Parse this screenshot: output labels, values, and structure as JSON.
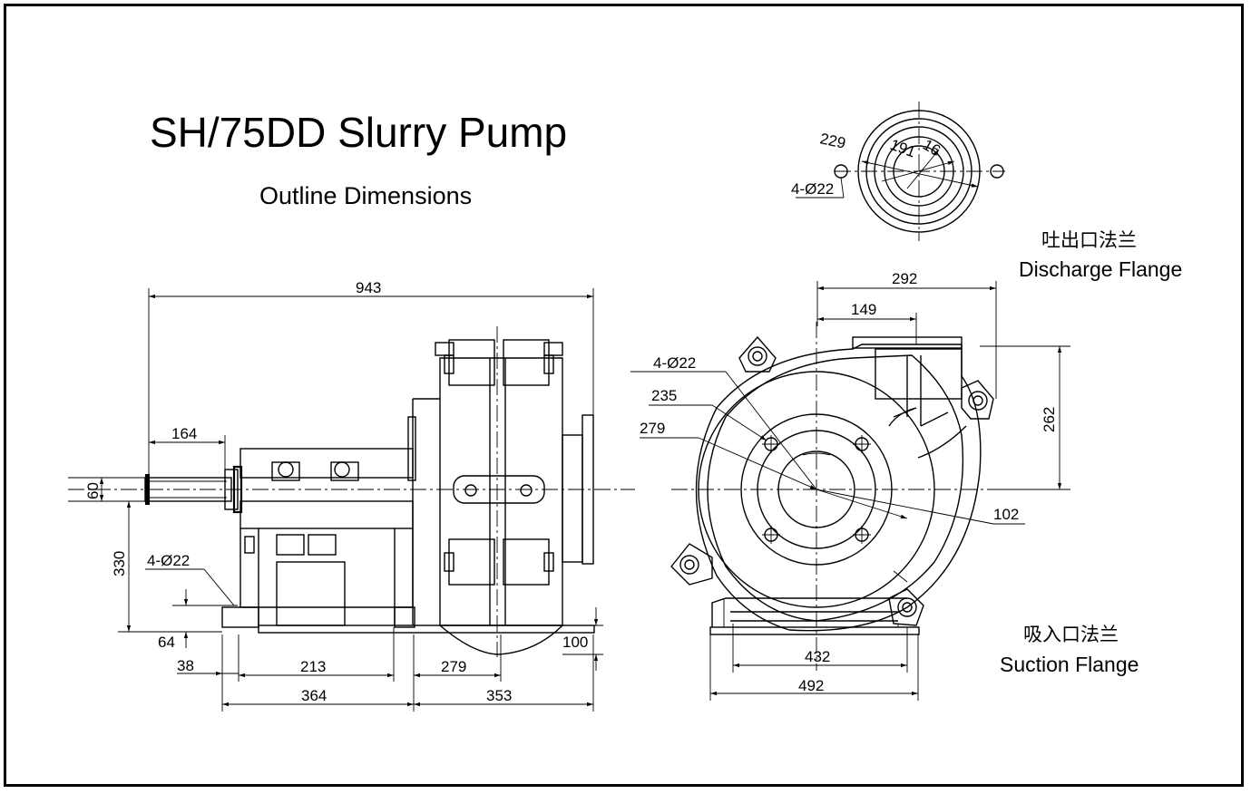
{
  "title": "SH/75DD Slurry Pump",
  "subtitle": "Outline Dimensions",
  "discharge_flange": {
    "cn": "吐出口法兰",
    "en": "Discharge Flange"
  },
  "suction_flange": {
    "cn": "吸入口法兰",
    "en": "Suction Flange"
  },
  "flange_dims": {
    "d229": "229",
    "d191": "191",
    "d16": "16",
    "holes": "4-Ø22"
  },
  "side_view": {
    "overall_length": "943",
    "shaft_extension": "164",
    "shaft_dia": "60",
    "shaft_height": "330",
    "base_holes": "4-Ø22",
    "d64": "64",
    "d38": "38",
    "d213": "213",
    "d279": "279",
    "d100": "100",
    "d364": "364",
    "d353": "353"
  },
  "front_view": {
    "d292": "292",
    "d149": "149",
    "holes": "4-Ø22",
    "d235": "235",
    "d279": "279",
    "d262": "262",
    "d102": "102",
    "d432": "432",
    "d492": "492"
  }
}
